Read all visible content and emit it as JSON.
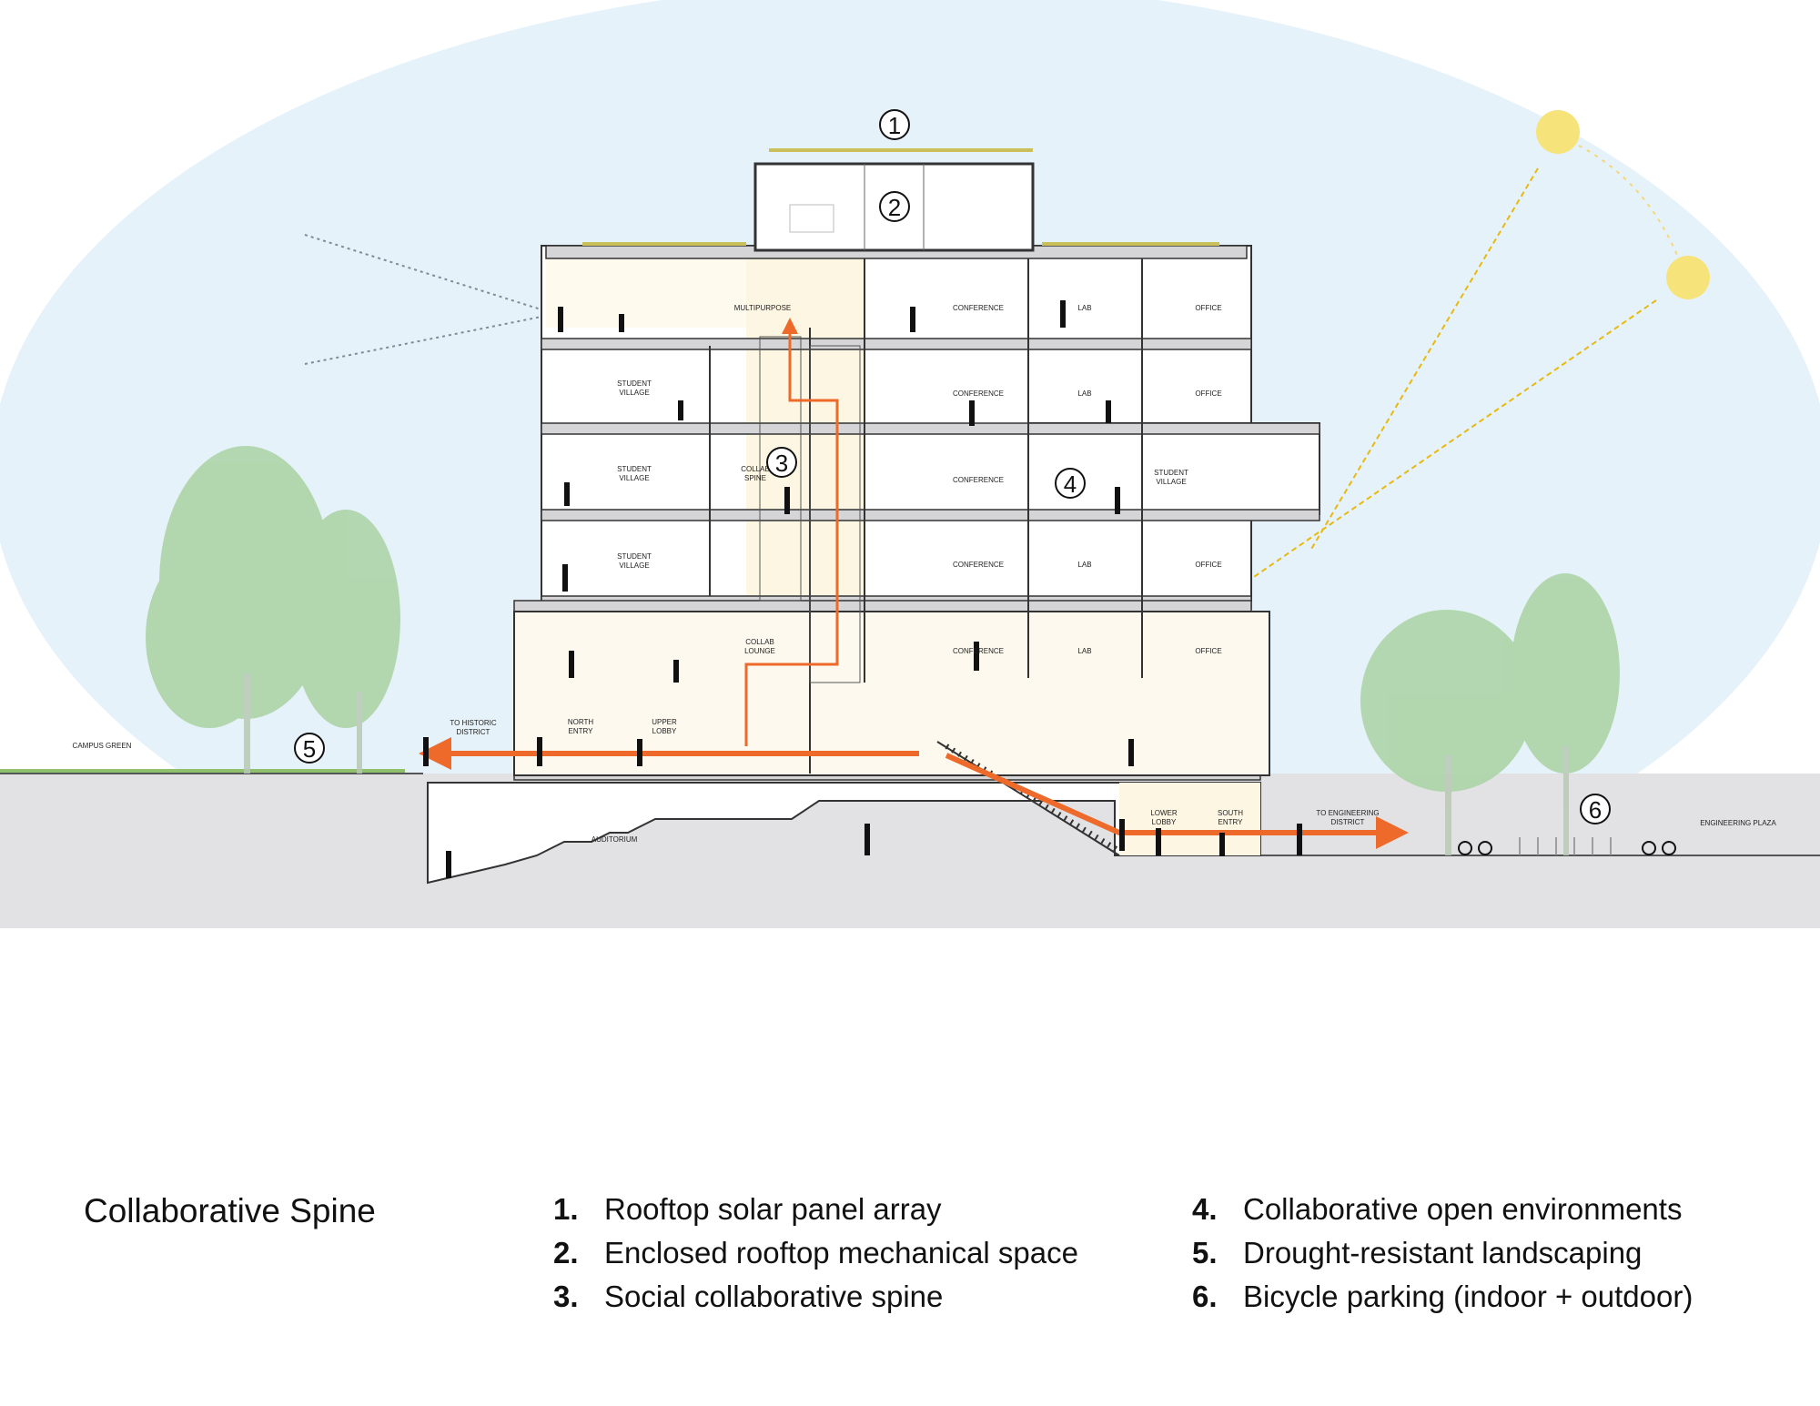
{
  "diagram": {
    "callouts": [
      "1",
      "2",
      "3",
      "4",
      "5",
      "6"
    ],
    "rooms": {
      "multipurpose": "MULTIPURPOSE",
      "conference": "CONFERENCE",
      "lab": "LAB",
      "office": "OFFICE",
      "student_village_a": "STUDENT",
      "student_village_b": "VILLAGE",
      "collab_spine_a": "COLLAB",
      "collab_spine_b": "SPINE",
      "collab_lounge_a": "COLLAB",
      "collab_lounge_b": "LOUNGE",
      "north_entry_a": "NORTH",
      "north_entry_b": "ENTRY",
      "upper_lobby_a": "UPPER",
      "upper_lobby_b": "LOBBY",
      "lower_lobby_a": "LOWER",
      "lower_lobby_b": "LOBBY",
      "south_entry_a": "SOUTH",
      "south_entry_b": "ENTRY",
      "auditorium": "AUDITORIUM"
    },
    "site": {
      "campus_green": "CAMPUS GREEN",
      "engineering_plaza": "ENGINEERING PLAZA",
      "historic_a": "TO HISTORIC",
      "historic_b": "DISTRICT",
      "engineering_a": "TO ENGINEERING",
      "engineering_b": "DISTRICT"
    },
    "colors": {
      "sky": "#e3f1fa",
      "ground": "#e3e3e5",
      "tree": "#a9d3a3",
      "circulation": "#ee6a2b",
      "sun": "#f6e37a",
      "sunray": "#e8b90e",
      "interior": "#fdf6e2",
      "slab": "#d5d5d7",
      "grass": "#8fc06c"
    }
  },
  "legend": {
    "title": "Collaborative Spine",
    "items": [
      {
        "num": "1.",
        "text": "Rooftop solar panel array"
      },
      {
        "num": "2.",
        "text": "Enclosed rooftop mechanical space"
      },
      {
        "num": "3.",
        "text": "Social collaborative spine"
      },
      {
        "num": "4.",
        "text": "Collaborative open environments"
      },
      {
        "num": "5.",
        "text": "Drought-resistant landscaping"
      },
      {
        "num": "6.",
        "text": "Bicycle parking (indoor + outdoor)"
      }
    ]
  }
}
